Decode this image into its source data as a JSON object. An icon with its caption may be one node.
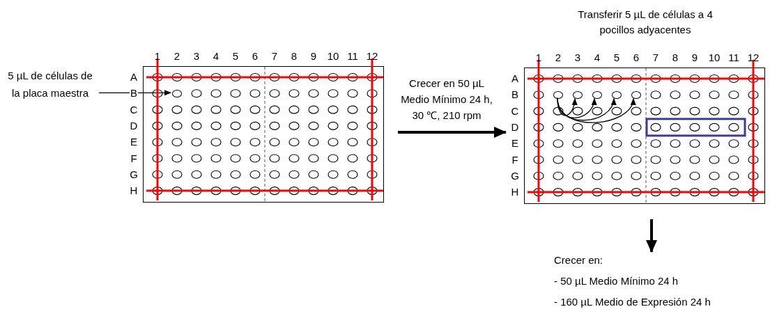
{
  "diagram": {
    "nodes": [
      {
        "text": [],
        "shape": "box"
      },
      {
        "text": [
          "5 µL de células de la placa maestra"
        ]
      },
      {
        "text": [],
        "shape": "circle",
        "in": 0
      },
      {
        "text": [],
        "shape": "box",
        "beside": [
          "Transferir 5 µL de células a 4 pocillos adyacentes"
        ]
      },
      {
        "text": [],
        "shape": "circle",
        "in": 3
      },
      {
        "text": [],
        "shape": "circle",
        "in": 3
      },
      {
        "text": [],
        "shape": "circle",
        "in": 3
      },
      {
        "text": [],
        "shape": "circle",
        "in": 3
      },
      {
        "text": [],
        "shape": "circle",
        "in": 3
      },
      {
        "text": [
          "Crecer en:",
          "- 50 µL Medio Mínimo 24 h",
          "- 160 µL Medio de Expresión 24 h"
        ]
      }
    ],
    "edges": [
      {
        "from": 1,
        "to": 2,
        "arrow": "to"
      },
      {
        "from": 0,
        "to": 3,
        "arrow": "to",
        "style": "thick",
        "label": "Crecer en 50 µL Medio Mínimo 24 h, 30 ℃, 210 rpm"
      },
      {
        "from": 4,
        "to": 5,
        "arrow": "to"
      },
      {
        "from": 4,
        "to": 6,
        "arrow": "to"
      },
      {
        "from": 4,
        "to": 7,
        "arrow": "to"
      },
      {
        "from": 4,
        "to": 8,
        "arrow": "to"
      },
      {
        "from": 3,
        "to": 9,
        "arrow": "to",
        "style": "thick"
      }
    ],
    "labels": [
      "1",
      "2",
      "3",
      "4",
      "5",
      "6",
      "7",
      "8",
      "9",
      "10",
      "11",
      "12",
      "A",
      "B",
      "C",
      "D",
      "E",
      "F",
      "G",
      "H",
      "1",
      "2",
      "3",
      "4",
      "5",
      "6",
      "7",
      "8",
      "9",
      "10",
      "11",
      "12",
      "A",
      "B",
      "C",
      "D",
      "E",
      "F",
      "G",
      "H"
    ]
  }
}
